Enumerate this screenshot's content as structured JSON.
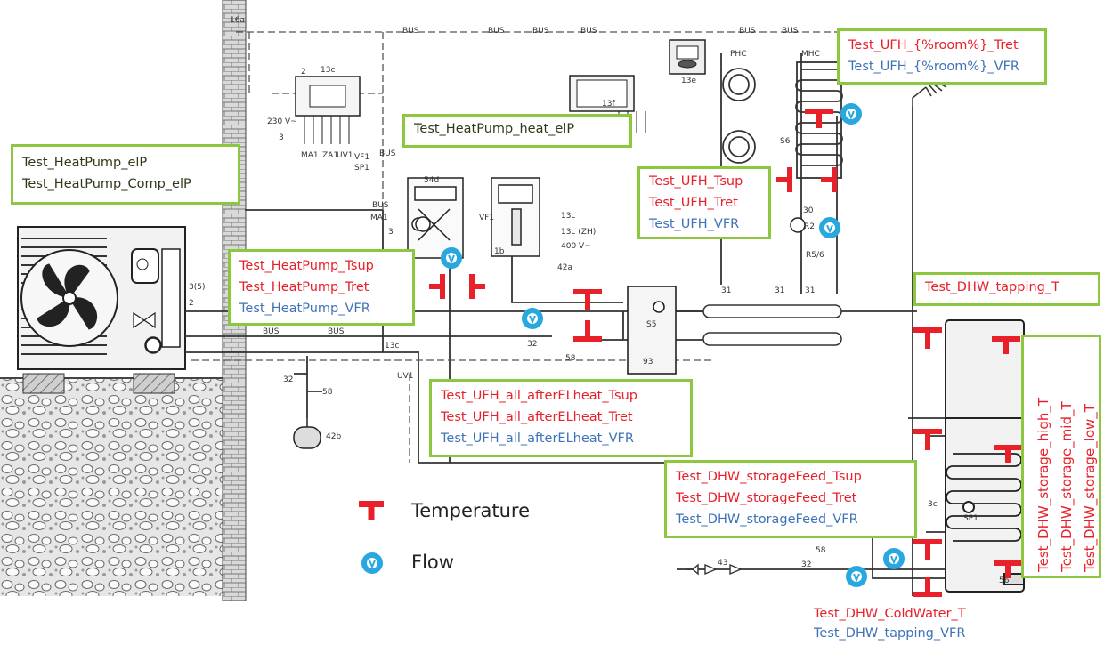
{
  "schematic_labels": {
    "l16a": "16a",
    "l13c": "13c",
    "l2a": "2",
    "l230v": "230 V~",
    "l3a": "3",
    "lMA1a": "MA1",
    "lZA1": "ZA1",
    "lUV1a": "UV1",
    "lVF1a": "VF1",
    "lSP1a": "SP1",
    "lBUSv": "BUS",
    "lBUS1": "BUS",
    "lBUS2": "BUS",
    "lBUS3": "BUS",
    "lBUS4": "BUS",
    "lBUS5": "BUS",
    "lBUS6": "BUS",
    "l13f": "13f",
    "l13e": "13e",
    "lPHC": "PHC",
    "lMHC": "MHC",
    "l54d": "54d",
    "lMA1b": "MA1",
    "lBUSb": "BUS",
    "lVF1b": "VF1",
    "l1b": "1b",
    "l13c1": "13c",
    "l13cZH": "13c (ZH)",
    "l400v": "400 V~",
    "l42a": "42a",
    "l3b": "3",
    "l35": "3(5)",
    "l2b": "2",
    "lS6": "S6",
    "l30": "30",
    "lR2": "R2",
    "lR56": "R5/6",
    "l31a": "31",
    "l31b": "31",
    "l31c": "31",
    "lS5": "S5",
    "l93": "93",
    "l32a": "32",
    "l58a": "58",
    "lUV1b": "UV1",
    "l13cb": "13c",
    "lBUSc": "BUS",
    "lBUSd": "BUS",
    "l32b": "32",
    "l58b": "58",
    "l42b": "42b",
    "lSP1b": "SP1",
    "l56": "56",
    "l43": "43",
    "l58c": "58",
    "l32c": "32",
    "l3c": "3c"
  },
  "info_boxes": {
    "ufh_room": {
      "tret": "Test_UFH_{%room%}_Tret",
      "vfr": "Test_UFH_{%room%}_VFR"
    },
    "hp_heat": {
      "elp": "Test_HeatPump_heat_elP"
    },
    "hp_el": {
      "elp": "Test_HeatPump_elP",
      "comp": "Test_HeatPump_Comp_elP"
    },
    "ufh": {
      "tsup": "Test_UFH_Tsup",
      "tret": "Test_UFH_Tret",
      "vfr": "Test_UFH_VFR"
    },
    "hp": {
      "tsup": "Test_HeatPump_Tsup",
      "tret": "Test_HeatPump_Tret",
      "vfr": "Test_HeatPump_VFR"
    },
    "dhw_tap": {
      "t": "Test_DHW_tapping_T"
    },
    "ufh_all": {
      "tsup": "Test_UFH_all_afterELheat_Tsup",
      "tret": "Test_UFH_all_afterELheat_Tret",
      "vfr": "Test_UFH_all_afterELheat_VFR"
    },
    "dhw_feed": {
      "tsup": "Test_DHW_storageFeed_Tsup",
      "tret": "Test_DHW_storageFeed_Tret",
      "vfr": "Test_DHW_storageFeed_VFR"
    },
    "dhw_storage": {
      "high": "Test_DHW_storage_high_T",
      "mid": "Test_DHW_storage_mid_T",
      "low": "Test_DHW_storage_low_T"
    },
    "bottom": {
      "cold": "Test_DHW_ColdWater_T",
      "tap_vfr": "Test_DHW_tapping_VFR"
    }
  },
  "legend": {
    "temperature": "Temperature",
    "flow": "Flow"
  },
  "colors": {
    "temperature_marker": "#e8202a",
    "flow_marker": "#29a8e0",
    "box_border": "#8dc63f",
    "vfr_text": "#3f73b8"
  }
}
